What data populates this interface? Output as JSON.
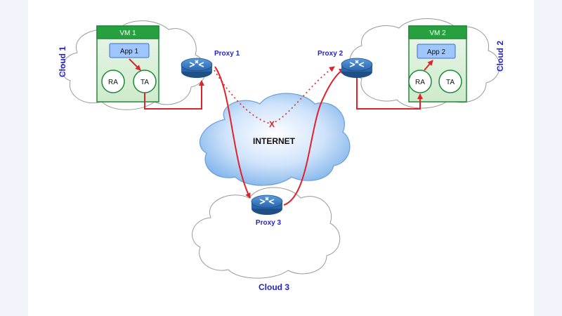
{
  "clouds": {
    "cloud1": "Cloud 1",
    "cloud2": "Cloud 2",
    "cloud3": "Cloud 3",
    "internet": "INTERNET"
  },
  "vms": {
    "vm1": {
      "title": "VM 1",
      "app": "App 1",
      "ra": "RA",
      "ta": "TA"
    },
    "vm2": {
      "title": "VM 2",
      "app": "App 2",
      "ra": "RA",
      "ta": "TA"
    }
  },
  "proxies": {
    "proxy1": "Proxy 1",
    "proxy2": "Proxy 2",
    "proxy3": "Proxy 3"
  },
  "blocked_marker": "X",
  "colors": {
    "label_blue": "#2323c8",
    "path_red": "#e0222a",
    "vm_green": "#1f8a3a",
    "vm_header": "#27a03f",
    "app_fill": "#9fc6ff",
    "router_fill": "#2c6fb4"
  },
  "icons": {
    "proxy": "router-icon"
  }
}
